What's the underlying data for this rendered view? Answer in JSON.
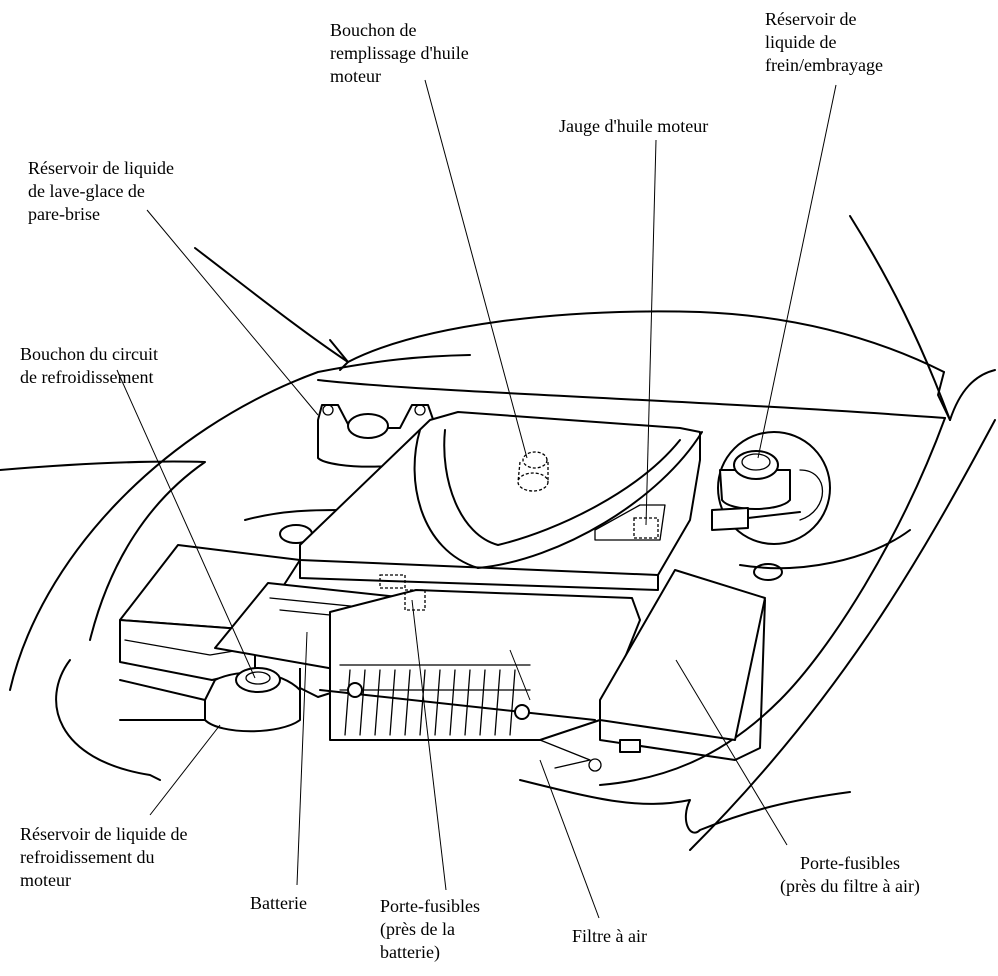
{
  "labels": {
    "oil_cap": [
      "Bouchon de",
      "remplissage d'huile",
      "moteur"
    ],
    "dipstick": [
      "Jauge d'huile moteur"
    ],
    "brake_reservoir": [
      "Réservoir de",
      "liquide de",
      "frein/embrayage"
    ],
    "washer_reservoir": [
      "Réservoir de liquide",
      "de lave-glace de",
      "pare-brise"
    ],
    "coolant_cap": [
      "Bouchon du circuit",
      "de refroidissement"
    ],
    "coolant_reservoir": [
      "Réservoir de liquide de",
      "refroidissement du",
      "moteur"
    ],
    "battery": [
      "Batterie"
    ],
    "fuse_box_battery": [
      "Porte-fusibles",
      "(près de la",
      "batterie)"
    ],
    "air_filter": [
      "Filtre à air"
    ],
    "fuse_box_air_filter": [
      "Porte-fusibles",
      "(près du filtre à air)"
    ]
  }
}
